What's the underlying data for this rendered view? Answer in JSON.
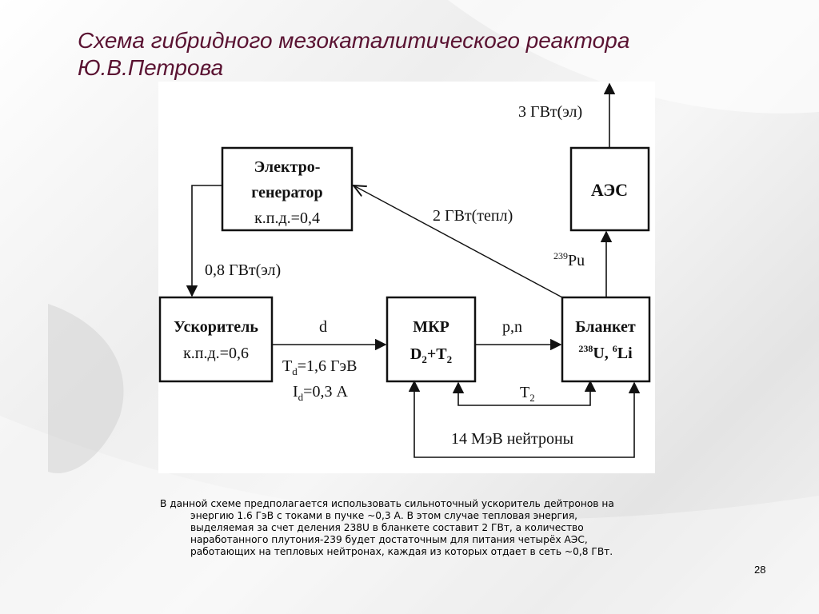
{
  "title": {
    "line1": "Схема гибридного мезокаталитического реактора",
    "line2": "Ю.В.Петрова"
  },
  "diagram": {
    "generator": {
      "line1": "Электро-",
      "line2": "генератор",
      "line3": "к.п.д.=0,4"
    },
    "accelerator": {
      "line1": "Ускоритель",
      "line2": "к.п.д.=0,6"
    },
    "mkr": {
      "line1": "МКР",
      "line2_main": "D",
      "line2_sub1": "2",
      "line2_plus": "+T",
      "line2_sub2": "2"
    },
    "blanket": {
      "line1": "Бланкет",
      "line2_sup1": "238",
      "line2_mid": "U, ",
      "line2_sup2": "6",
      "line2_end": "Li"
    },
    "npp": {
      "label": "АЭС"
    },
    "flows": {
      "power_out": "3 ГВт(эл)",
      "thermal": "2 ГВт(тепл)",
      "accel_power": "0,8 ГВт(эл)",
      "pu_sup": "239",
      "pu": "Pu",
      "deuteron": "d",
      "td_main": "T",
      "td_sub": "d",
      "td_value": "=1,6 ГэВ",
      "id_main": "I",
      "id_sub": "d",
      "id_value": "=0,3 А",
      "pn": "p,n",
      "t2_main": "T",
      "t2_sub": "2",
      "neutrons": "14 МэВ нейтроны"
    }
  },
  "caption": {
    "line1": "В данной схеме предполагается использовать сильноточный ускоритель дейтронов на",
    "line2": "энергию 1.6 ГэВ с токами в пучке ~0,3 А. В этом случае тепловая энергия,",
    "line3": "выделяемая за счет деления 238U в бланкете составит   2 ГВт, а количество",
    "line4": "наработанного плутония-239 будет достаточным для питания четырёх АЭС,",
    "line5": "работающих на тепловых нейтронах, каждая из которых отдает в сеть ~0,8 ГВт."
  },
  "page_number": "28"
}
